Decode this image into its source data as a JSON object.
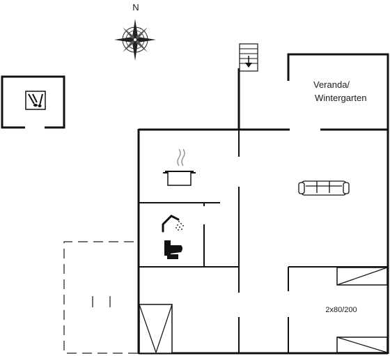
{
  "compass": {
    "north_label": "N",
    "icon": "compass-rose-icon"
  },
  "rooms": {
    "veranda": {
      "label_line1": "Veranda/",
      "label_line2": "Wintergarten",
      "icon": "sofa-icon"
    },
    "kitchen": {
      "icon": "cooking-pot-icon"
    },
    "bathroom": {
      "icons": [
        "shower-icon",
        "toilet-icon"
      ]
    },
    "bedroom": {
      "bed_label": "2x80/200"
    },
    "sauna": {
      "icon": "sauna-icon"
    },
    "stairs": {
      "icon": "stairs-down-icon"
    }
  },
  "colors": {
    "wall": "#111111",
    "dashed_outline": "#444444"
  }
}
